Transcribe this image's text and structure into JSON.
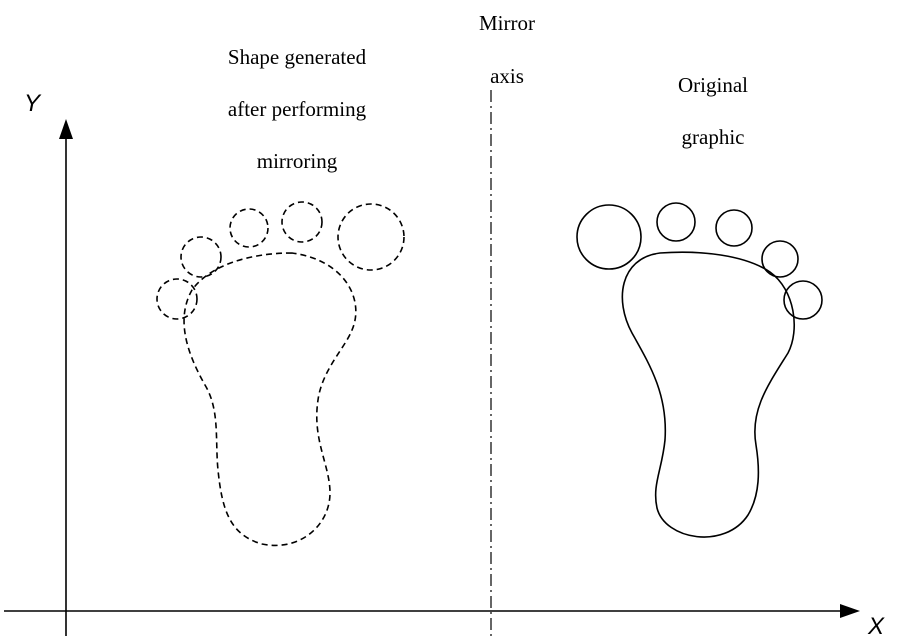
{
  "labels": {
    "y_axis": "Y",
    "x_axis": "X",
    "mirror_line1": "Mirror",
    "mirror_line2": "axis",
    "mirrored_line1": "Shape generated",
    "mirrored_line2": "after performing",
    "mirrored_line3": "mirroring",
    "original_line1": "Original",
    "original_line2": "graphic"
  }
}
